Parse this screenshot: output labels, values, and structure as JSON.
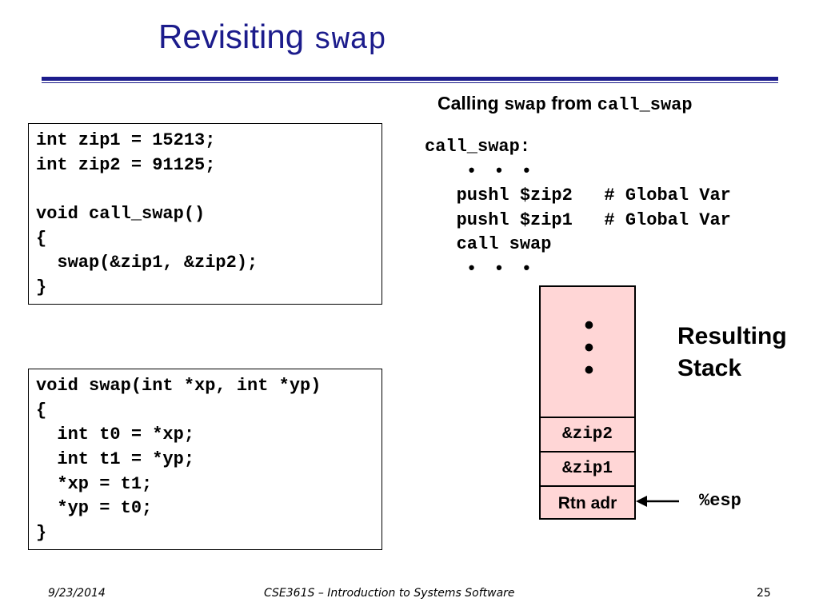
{
  "slide": {
    "title_text": "Revisiting ",
    "title_code": "swap"
  },
  "code_box_1": {
    "lines": [
      "int zip1 = 15213;",
      "int zip2 = 91125;",
      "",
      "void call_swap()",
      "{",
      "  swap(&zip1, &zip2);",
      "}"
    ]
  },
  "code_box_2": {
    "lines": [
      "void swap(int *xp, int *yp)",
      "{",
      "  int t0 = *xp;",
      "  int t1 = *yp;",
      "  *xp = t1;",
      "  *yp = t0;",
      "}"
    ]
  },
  "calling_heading": {
    "part1": "Calling ",
    "part2": "swap",
    "part3": " from ",
    "part4": "call_swap"
  },
  "assembly": {
    "label": "call_swap:",
    "dots_top": "• • •",
    "instr1": "   pushl $zip2   # Global Var",
    "instr2": "   pushl $zip1   # Global Var",
    "instr3": "   call swap",
    "dots_bottom": "• • •"
  },
  "stack": {
    "ellipsis": [
      "•",
      "•",
      "•"
    ],
    "cells": [
      "&zip2",
      "&zip1",
      "Rtn adr"
    ],
    "label_line1": "Resulting",
    "label_line2": "Stack",
    "pointer_label": "%esp"
  },
  "footer": {
    "date": "9/23/2014",
    "course": "CSE361S – Introduction to Systems Software",
    "page": "25"
  }
}
